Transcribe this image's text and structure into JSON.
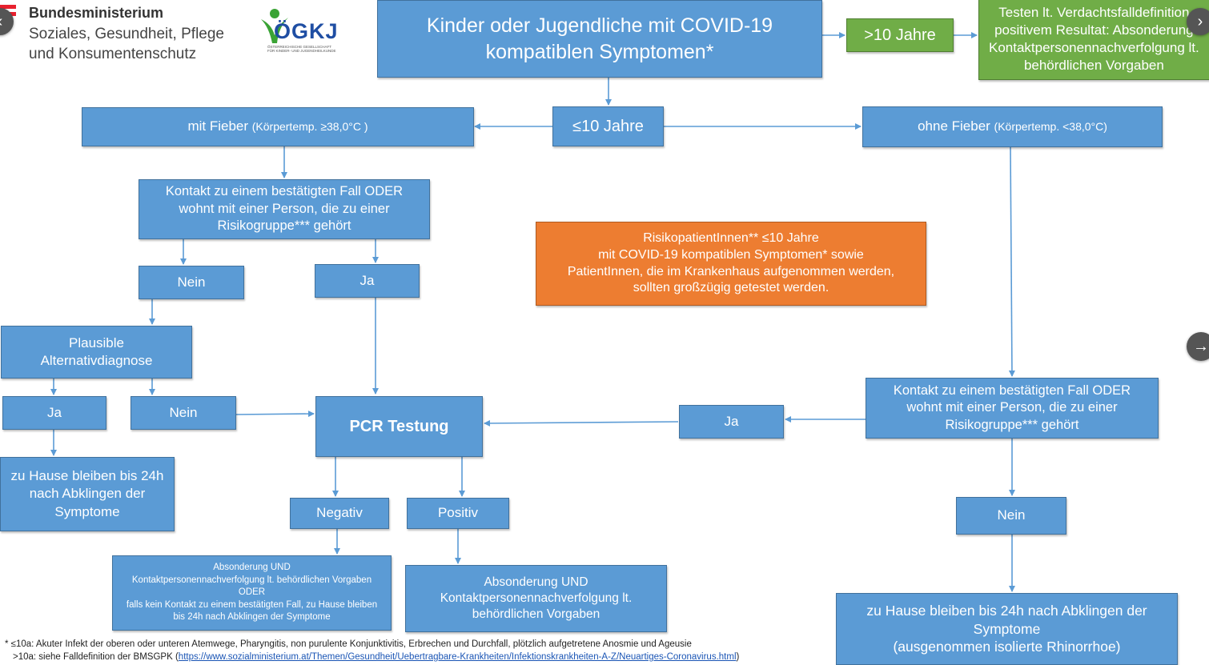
{
  "header": {
    "ministry_line1": "Bundesministerium",
    "ministry_line2": "Soziales, Gesundheit, Pflege\nund Konsumentenschutz",
    "oegkj_logo": "ÖGKJ",
    "oegkj_subtitle": "ÖSTERREICHISCHE GESELLSCHAFT\nFÜR KINDER- UND JUGENDHEILKUNDE"
  },
  "nodes": {
    "top": "Kinder oder Jugendliche mit COVID-19\nkompatiblen Symptomen*",
    "over10": ">10 Jahre",
    "over10_action": "Testen lt. Verdachtsfalldefinition\npositivem Resultat: Absonderung\nKontaktpersonennachverfolgung lt.\nbehördlichen Vorgaben",
    "under10": "≤10 Jahre",
    "fever_main": "mit Fieber ",
    "fever_temp": "(Körpertemp. ≥38,0°C )",
    "nofever_main": "ohne Fieber ",
    "nofever_temp": "(Körpertemp. <38,0°C)",
    "contact_left": "Kontakt zu einem bestätigten Fall ODER\nwohnt mit einer Person, die zu einer\nRisikogruppe*** gehört",
    "nein_left": "Nein",
    "ja_left": "Ja",
    "alt_diag": "Plausible\nAlternativdiagnose",
    "alt_ja": "Ja",
    "alt_nein": "Nein",
    "home_left": "zu Hause bleiben bis 24h\nnach Abklingen der\nSymptome",
    "pcr": "PCR Testung",
    "negativ": "Negativ",
    "positiv": "Positiv",
    "neg_action": "Absonderung UND\nKontaktpersonennachverfolgung lt. behördlichen Vorgaben\nODER\nfalls kein Kontakt zu einem bestätigten Fall, zu Hause bleiben\nbis 24h nach Abklingen der Symptome",
    "pos_action": "Absonderung UND\nKontaktpersonennachverfolgung lt.\nbehördlichen Vorgaben",
    "risk_note": "RisikopatientInnen** ≤10 Jahre\nmit COVID-19 kompatiblen Symptomen* sowie\nPatientInnen, die im Krankenhaus aufgenommen werden,\nsollten großzügig getestet werden.",
    "contact_right": "Kontakt zu einem bestätigten Fall ODER\nwohnt mit einer Person, die zu einer\nRisikogruppe*** gehört",
    "ja_right": "Ja",
    "nein_right": "Nein",
    "home_right": "zu Hause bleiben bis 24h nach Abklingen der\nSymptome\n(ausgenommen isolierte Rhinorrhoe)"
  },
  "footnotes": {
    "line1": "* ≤10a: Akuter Infekt der oberen oder unteren Atemwege, Pharyngitis, non purulente Konjunktivitis, Erbrechen und Durchfall, plötzlich aufgetretene Anosmie und Ageusie",
    "line2_prefix": ">10a: siehe Falldefinition der BMSGPK (",
    "line2_link": "https://www.sozialministerium.at/Themen/Gesundheit/Uebertragbare-Krankheiten/Infektionskrankheiten-A-Z/Neuartiges-Coronavirus.html",
    "line2_suffix": ")"
  },
  "nav": {
    "prev_icon": "‹",
    "next_icon": "›",
    "arrow_icon": "→"
  },
  "colors": {
    "box_blue": "#5b9bd5",
    "box_green": "#70ad47",
    "box_orange": "#ed7d31",
    "arrow": "#5b9bd5"
  }
}
